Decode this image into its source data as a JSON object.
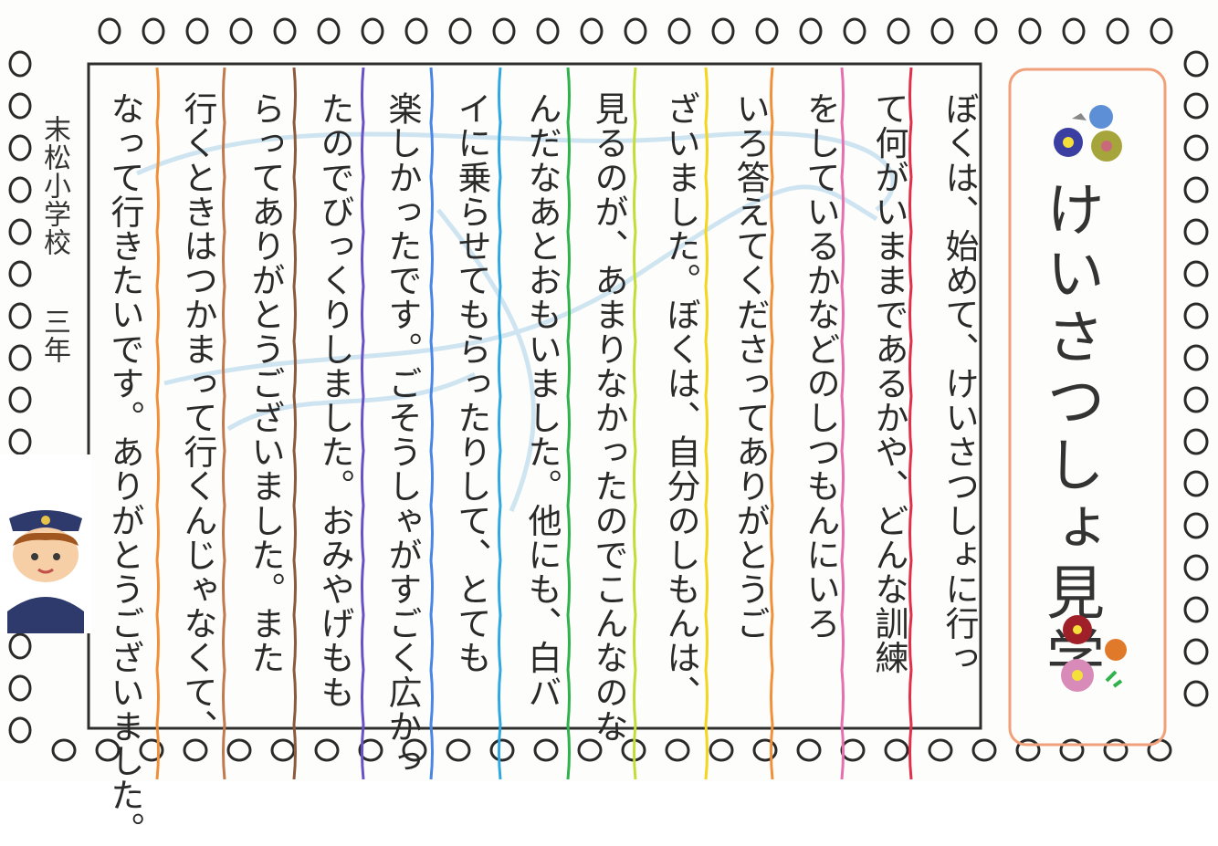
{
  "title": "けいさつしょ見学",
  "author": {
    "school": "末松小学校",
    "grade": "三年"
  },
  "body_lines": [
    "ぼくは、始めて、けいさつしょに行っ",
    "て何がいままであるかや、どんな訓練",
    "をしているかなどのしつもんにいろ",
    "いろ答えてくださってありがとうご",
    "ざいました。ぼくは、自分のしもんは、",
    "見るのが、あまりなかったのでこんなのな",
    "んだなあとおもいました。他にも、白バ",
    "イに乗らせてもらったりして、とても",
    "楽しかったです。ごそうしゃがすごく広かっ",
    "たのでびっくりしました。おみやげもも",
    "らってありがとうございました。また",
    "行くときはつかまって行くんじゃなくて、",
    "なって行きたいです。ありがとうございました。"
  ],
  "line_colors": [
    "#e0304a",
    "#e66fb0",
    "#f0913a",
    "#f2d51c",
    "#c3dc38",
    "#2fb24a",
    "#2fa7e0",
    "#4a86e6",
    "#6a52c6",
    "#8b5a3c",
    "#c07a4e",
    "#f0913a",
    "#e0608f"
  ],
  "colors": {
    "frame_border": "#2e2e2e",
    "scallop": "#2a2a2a",
    "title_border": "#f0a07a",
    "crayon_blue": "#a9d3ea",
    "ink": "#2a2a2a"
  },
  "icons": [
    "flower-cluster-top-icon",
    "flower-cluster-bottom-icon",
    "police-officer-avatar-icon"
  ]
}
